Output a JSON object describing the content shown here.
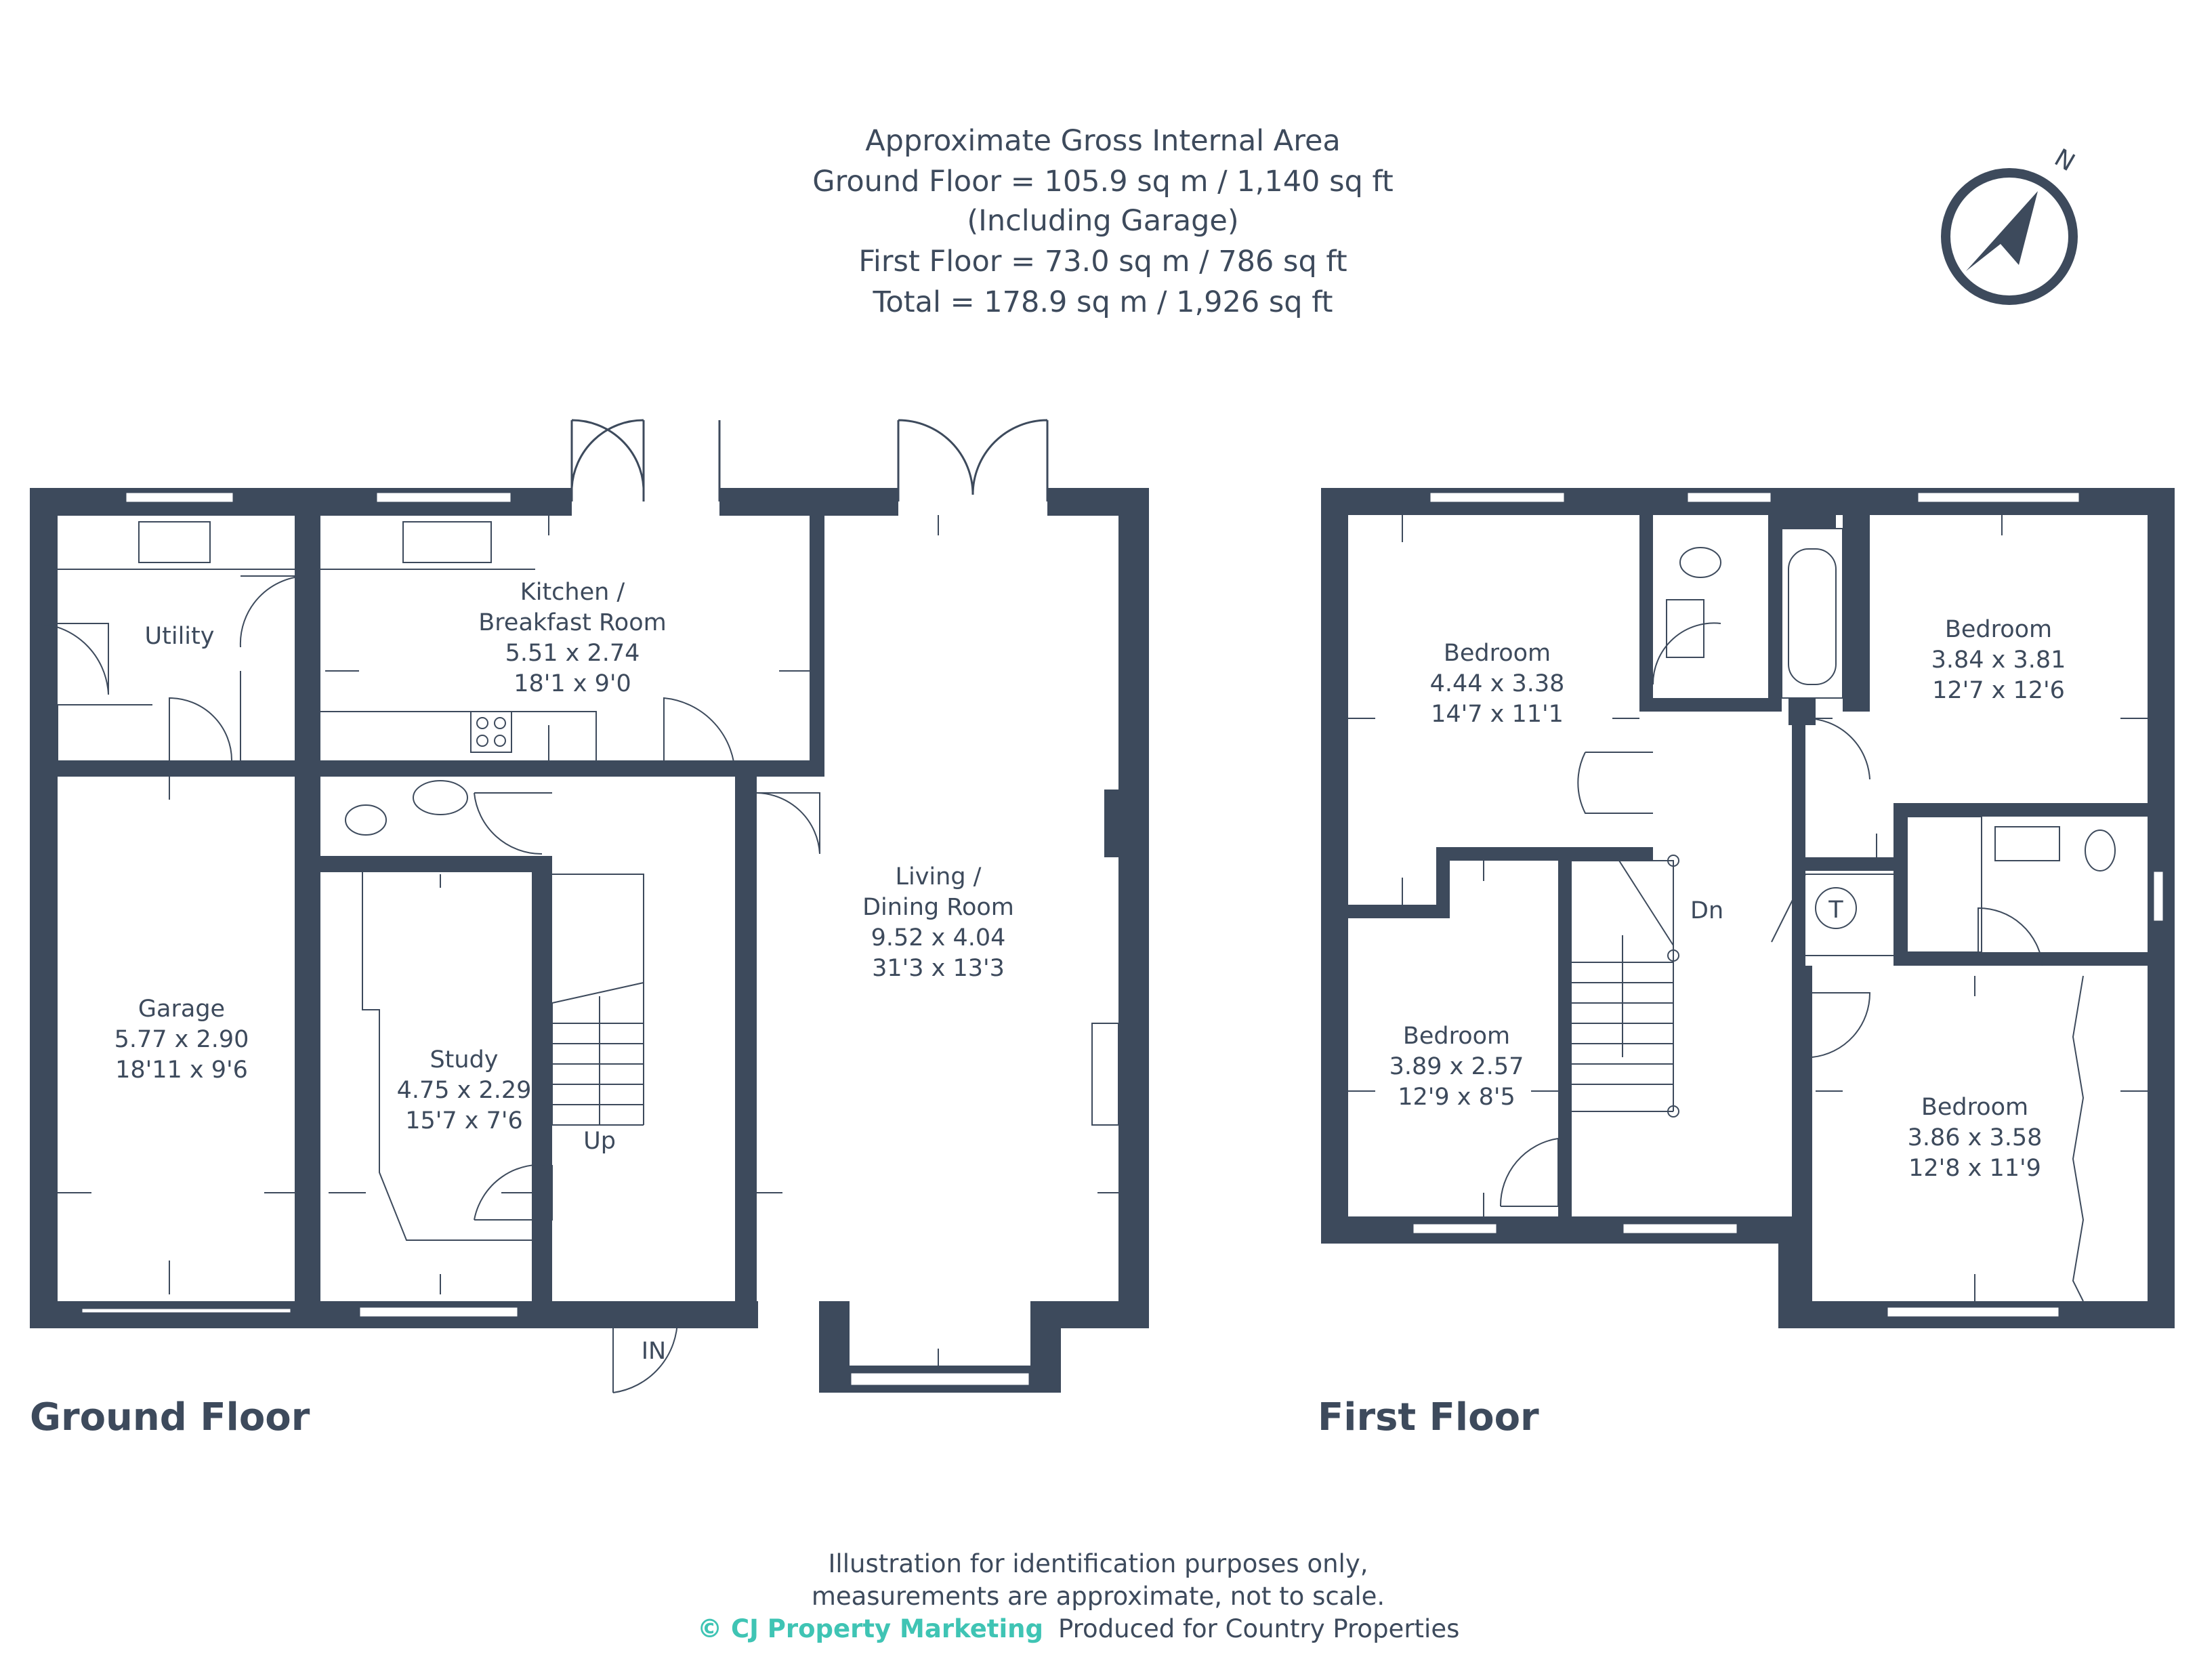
{
  "area_summary": {
    "heading": "Approximate Gross Internal Area",
    "ground": "Ground Floor = 105.9 sq m / 1,140 sq ft",
    "ground_note": "(Including Garage)",
    "first": "First Floor = 73.0 sq m / 786 sq ft",
    "total": "Total = 178.9 sq m / 1,926 sq ft"
  },
  "compass": {
    "label": "N",
    "icon": "north-compass-icon"
  },
  "ground_floor": {
    "label": "Ground Floor",
    "rooms": {
      "utility": {
        "name": "Utility"
      },
      "kitchen": {
        "name1": "Kitchen /",
        "name2": "Breakfast Room",
        "metric": "5.51 x 2.74",
        "imperial": "18'1 x 9'0"
      },
      "garage": {
        "name": "Garage",
        "metric": "5.77 x 2.90",
        "imperial": "18'11 x 9'6"
      },
      "study": {
        "name": "Study",
        "metric": "4.75 x 2.29",
        "imperial": "15'7 x 7'6"
      },
      "living": {
        "name1": "Living /",
        "name2": "Dining Room",
        "metric": "9.52 x 4.04",
        "imperial": "31'3 x 13'3"
      }
    },
    "stairs_label": "Up",
    "entrance_label": "IN"
  },
  "first_floor": {
    "label": "First Floor",
    "rooms": {
      "bed1": {
        "name": "Bedroom",
        "metric": "4.44 x 3.38",
        "imperial": "14'7 x 11'1"
      },
      "bed2": {
        "name": "Bedroom",
        "metric": "3.84 x 3.81",
        "imperial": "12'7 x 12'6"
      },
      "bed3": {
        "name": "Bedroom",
        "metric": "3.89 x 2.57",
        "imperial": "12'9 x 8'5"
      },
      "bed4": {
        "name": "Bedroom",
        "metric": "3.86 x 3.58",
        "imperial": "12'8 x 11'9"
      }
    },
    "stairs_label": "Dn",
    "cupboard_label": "T"
  },
  "footer": {
    "line1": "Illustration for identification purposes only,",
    "line2": "measurements are approximate, not to scale.",
    "brand": "© CJ Property Marketing",
    "produced": "Produced for Country Properties"
  },
  "colors": {
    "wall": "#3d4a5c",
    "brand": "#3fc4b4",
    "background": "#ffffff"
  }
}
